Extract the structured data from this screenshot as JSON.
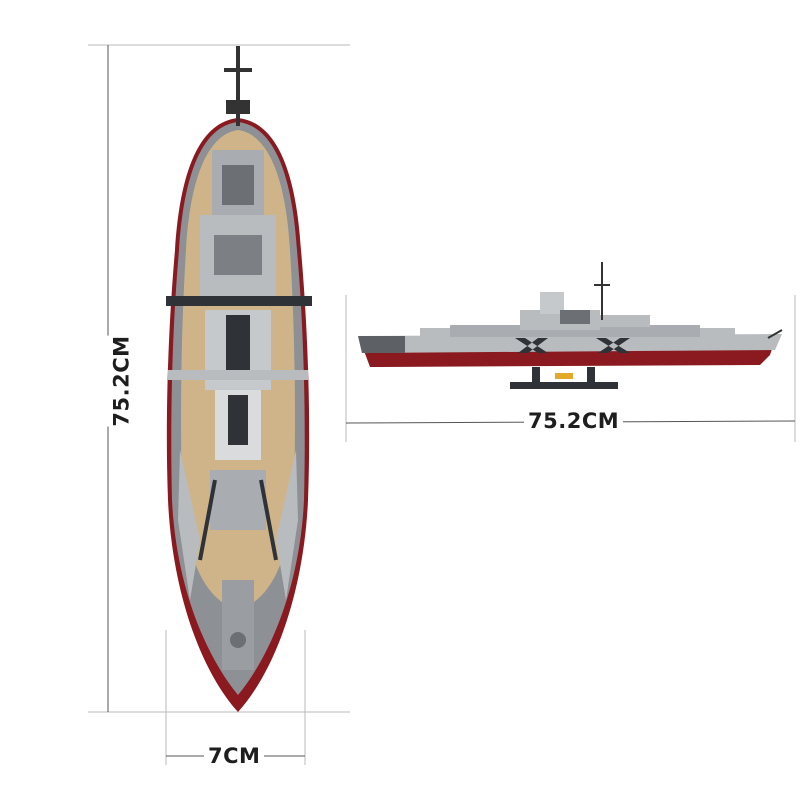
{
  "dimensions": {
    "length_vertical": "75.2CM",
    "width": "7CM",
    "length_horizontal": "75.2CM"
  },
  "colors": {
    "hull_red": "#8a1a1f",
    "deck_tan": "#cfb48a",
    "grey_light": "#b9bcbf",
    "grey_dark": "#5d6166",
    "line": "#444444",
    "text": "#1e1e1e"
  }
}
